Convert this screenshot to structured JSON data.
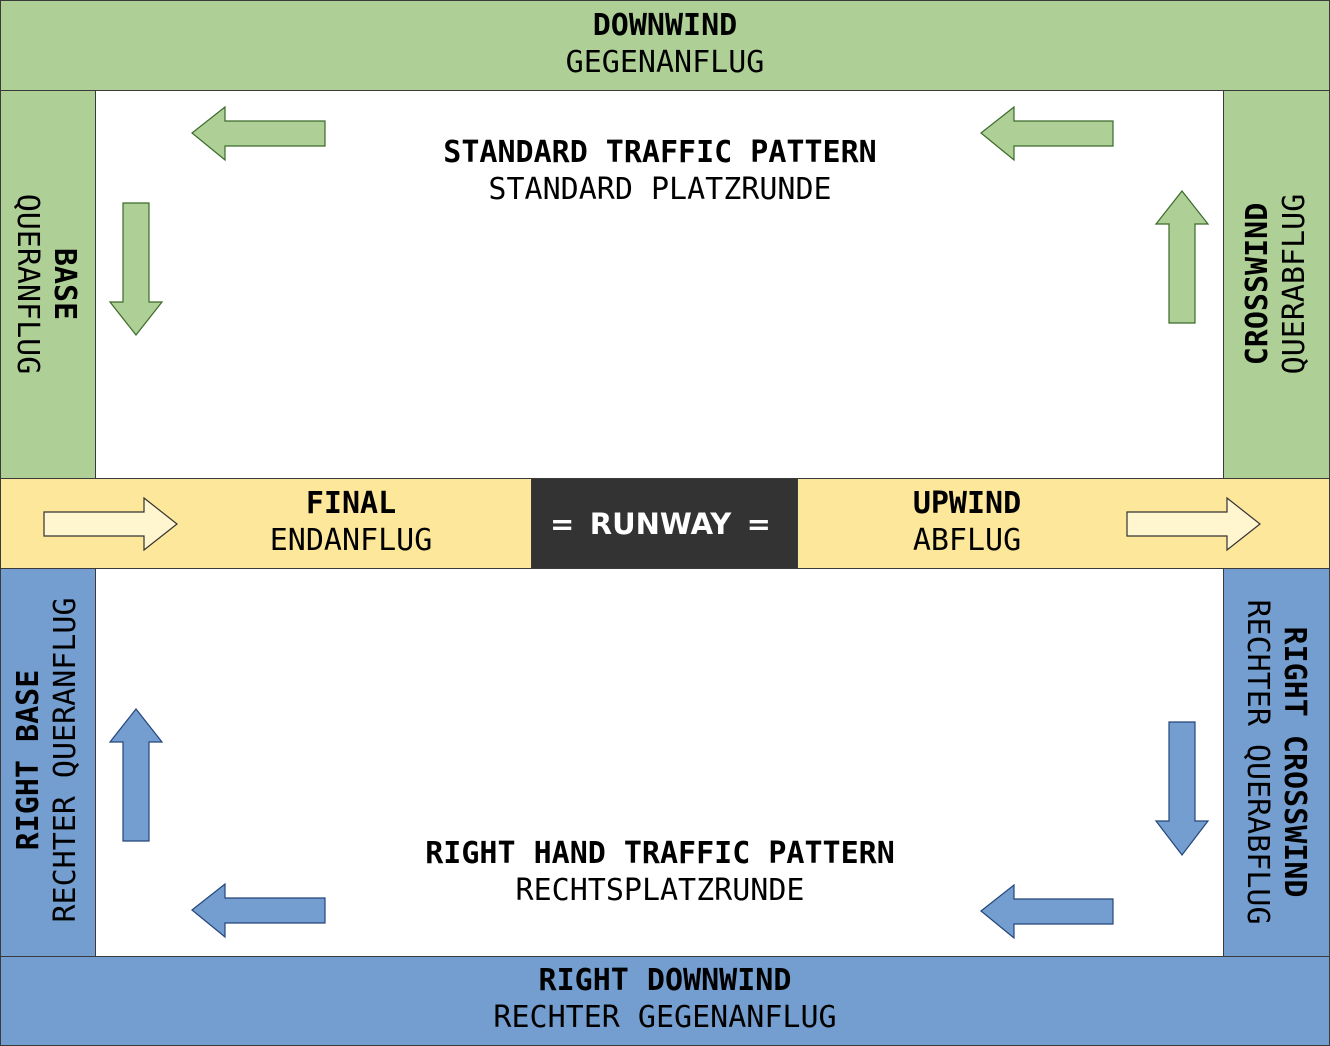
{
  "colors": {
    "standard_pattern": "#aecf96",
    "right_hand_pattern": "#739ecf",
    "runway_band": "#fde79a",
    "runway": "#333333"
  },
  "downwind": {
    "en": "DOWNWIND",
    "de": "GEGENANFLUG"
  },
  "base": {
    "en": "BASE",
    "de": "QUERANFLUG"
  },
  "crosswind": {
    "en": "CROSSWIND",
    "de": "QUERABFLUG"
  },
  "standard_pattern": {
    "en": "STANDARD TRAFFIC PATTERN",
    "de": "STANDARD PLATZRUNDE"
  },
  "final": {
    "en": "FINAL",
    "de": "ENDANFLUG"
  },
  "runway": {
    "left_mark": "=",
    "label": "RUNWAY",
    "right_mark": "="
  },
  "upwind": {
    "en": "UPWIND",
    "de": "ABFLUG"
  },
  "right_base": {
    "en": "RIGHT BASE",
    "de": "RECHTER QUERANFLUG"
  },
  "right_crosswind": {
    "en": "RIGHT CROSSWIND",
    "de": "RECHTER QUERABFLUG"
  },
  "right_pattern": {
    "en": "RIGHT HAND TRAFFIC PATTERN",
    "de": "RECHTSPLATZRUNDE"
  },
  "right_downwind": {
    "en": "RIGHT DOWNWIND",
    "de": "RECHTER GEGENANFLUG"
  },
  "arrows": {
    "standard": [
      "left",
      "left",
      "down",
      "up"
    ],
    "runway_band": [
      "right",
      "right"
    ],
    "right_hand": [
      "up",
      "down",
      "left",
      "left"
    ]
  }
}
